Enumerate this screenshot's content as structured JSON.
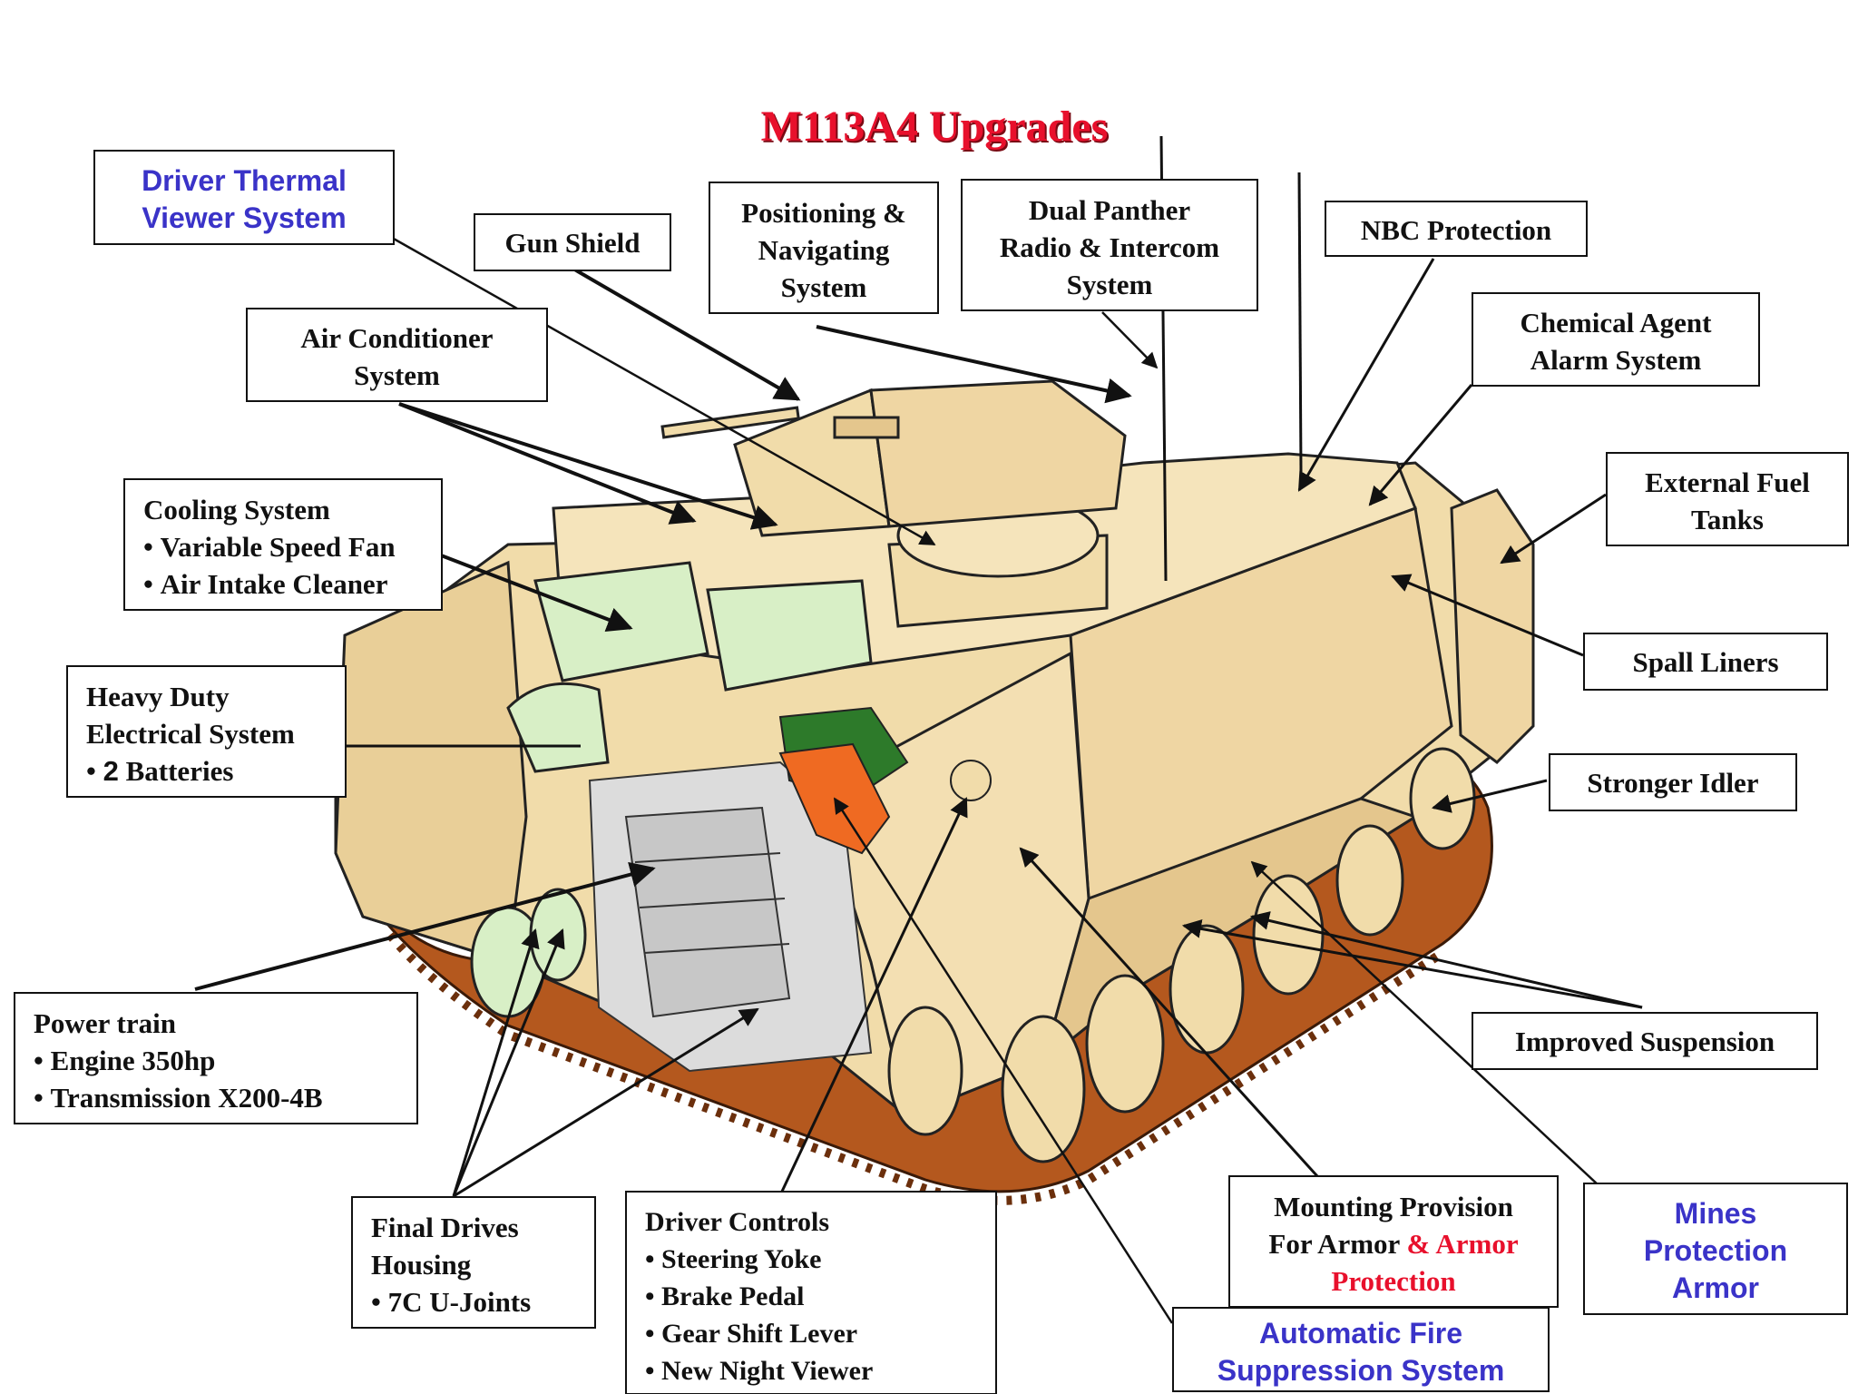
{
  "title": "M113A4 Upgrades",
  "colors": {
    "title": "#e8102c",
    "blue_label": "#3a33c8",
    "hull_tan": "#f1dcaa",
    "cooling_green": "#d8efc6",
    "engine_grey": "#dcdcdc",
    "track_brown": "#b4581e",
    "steering_orange": "#ef6a22",
    "steering_green": "#2d7a2a"
  },
  "callouts": {
    "driver_thermal": {
      "line1": "Driver Thermal",
      "line2": "Viewer System"
    },
    "gun_shield": {
      "line1": "Gun Shield"
    },
    "positioning": {
      "line1": "Positioning &",
      "line2": "Navigating",
      "line3": "System"
    },
    "dual_panther": {
      "line1": "Dual Panther",
      "line2": "Radio & Intercom",
      "line3": "System"
    },
    "nbc": {
      "line1": "NBC Protection"
    },
    "chemical": {
      "line1": "Chemical Agent",
      "line2": "Alarm System"
    },
    "air_conditioner": {
      "line1": "Air Conditioner",
      "line2": "System"
    },
    "external_fuel": {
      "line1": "External Fuel",
      "line2": "Tanks"
    },
    "cooling": {
      "line1": "Cooling System",
      "item1": "Variable Speed Fan",
      "item2": "Air Intake Cleaner"
    },
    "spall": {
      "line1": "Spall Liners"
    },
    "electrical": {
      "line1": "Heavy Duty",
      "line2": "Electrical System",
      "item1_num": "2",
      "item1_rest": " Batteries"
    },
    "idler": {
      "line1": "Stronger Idler"
    },
    "power_train": {
      "line1": "Power train",
      "item1": "Engine 350hp",
      "item2": "Transmission X200-4B"
    },
    "suspension": {
      "line1": "Improved Suspension"
    },
    "final_drives": {
      "line1": "Final Drives",
      "line2": "Housing",
      "item1": "7C U-Joints"
    },
    "driver_controls": {
      "line1": "Driver Controls",
      "item1": "Steering Yoke",
      "item2": "Brake Pedal",
      "item3": "Gear Shift Lever",
      "item4": "New Night Viewer"
    },
    "mounting": {
      "line1": "Mounting Provision",
      "line2a": "For Armor ",
      "line2b": "& Armor",
      "line3": "Protection"
    },
    "mines": {
      "line1": "Mines",
      "line2": "Protection",
      "line3": "Armor"
    },
    "fire_suppression": {
      "line1": "Automatic Fire",
      "line2": "Suppression System"
    }
  }
}
